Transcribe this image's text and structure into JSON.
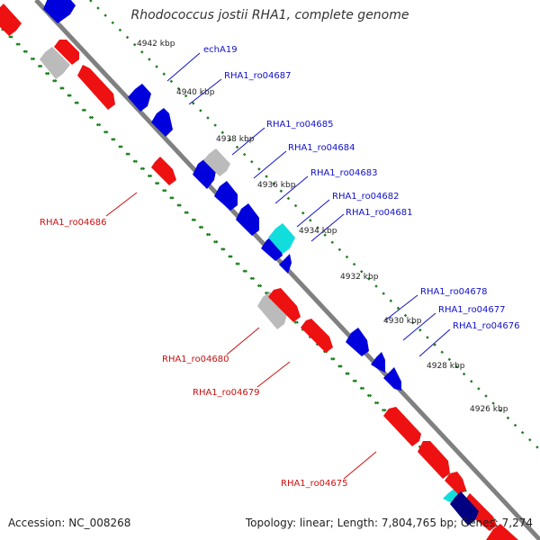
{
  "header": {
    "title": "Rhodococcus jostii RHA1, complete genome"
  },
  "footer": {
    "accession": "Accession: NC_008268",
    "summary": "Topology: linear; Length: 7,804,765 bp; Genes: 7,274"
  },
  "colors": {
    "forward_gene": "#0000dd",
    "reverse_gene": "#ee1111",
    "pseudo_gene": "#bbbbbb",
    "rna_gene": "#11dddd",
    "selected_gene": "#000080",
    "axis": "#808080",
    "tick_mark": "#208020",
    "forward_label": "#1010cc",
    "reverse_label": "#cc1010"
  },
  "scale_labels": [
    {
      "text": "4942 kbp",
      "kbp": 4942
    },
    {
      "text": "4940 kbp",
      "kbp": 4940
    },
    {
      "text": "4938 kbp",
      "kbp": 4938
    },
    {
      "text": "4936 kbp",
      "kbp": 4936
    },
    {
      "text": "4934 kbp",
      "kbp": 4934
    },
    {
      "text": "4932 kbp",
      "kbp": 4932
    },
    {
      "text": "4930 kbp",
      "kbp": 4930
    },
    {
      "text": "4928 kbp",
      "kbp": 4928
    },
    {
      "text": "4926 kbp",
      "kbp": 4926
    }
  ],
  "gene_labels": [
    {
      "text": "echA19",
      "strand": "forward"
    },
    {
      "text": "RHA1_ro04687",
      "strand": "forward"
    },
    {
      "text": "RHA1_ro04685",
      "strand": "forward"
    },
    {
      "text": "RHA1_ro04684",
      "strand": "forward"
    },
    {
      "text": "RHA1_ro04683",
      "strand": "forward"
    },
    {
      "text": "RHA1_ro04682",
      "strand": "forward"
    },
    {
      "text": "RHA1_ro04681",
      "strand": "forward"
    },
    {
      "text": "RHA1_ro04678",
      "strand": "forward"
    },
    {
      "text": "RHA1_ro04677",
      "strand": "forward"
    },
    {
      "text": "RHA1_ro04676",
      "strand": "forward"
    },
    {
      "text": "RHA1_ro04686",
      "strand": "reverse"
    },
    {
      "text": "RHA1_ro04680",
      "strand": "reverse"
    },
    {
      "text": "RHA1_ro04679",
      "strand": "reverse"
    },
    {
      "text": "RHA1_ro04675",
      "strand": "reverse"
    }
  ]
}
